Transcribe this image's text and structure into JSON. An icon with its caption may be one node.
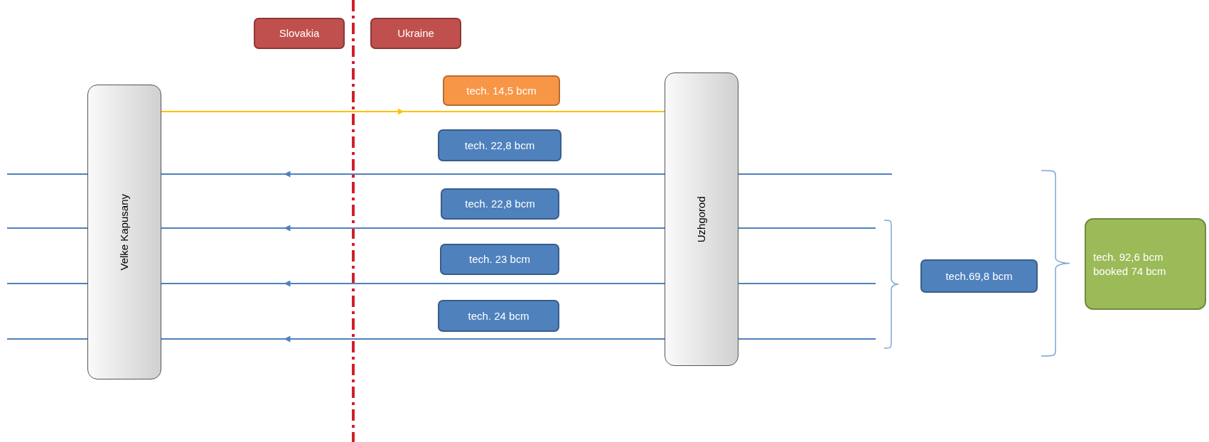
{
  "diagram": {
    "nodes": [
      {
        "text": [
          "Slovakia"
        ]
      },
      {
        "text": [
          "Ukraine"
        ]
      },
      {
        "text": [
          "Velke Kapusany"
        ]
      },
      {
        "text": [
          "Uzhgorod"
        ]
      },
      {
        "text": [
          "tech. 14,5 bcm"
        ]
      },
      {
        "text": [
          "tech. 22,8 bcm"
        ]
      },
      {
        "text": [
          "tech. 22,8 bcm"
        ]
      },
      {
        "text": [
          "tech. 23 bcm"
        ]
      },
      {
        "text": [
          "tech. 24 bcm"
        ]
      },
      {
        "text": [
          "tech.69,8 bcm"
        ]
      },
      {
        "text": [
          "tech. 92,6 bcm booked 74 bcm"
        ]
      }
    ],
    "edges": [
      {
        "from": 2,
        "to": null,
        "arrow": "to",
        "color": "#ffc000"
      },
      {
        "from": null,
        "to": 3,
        "arrow": "none",
        "color": "#ffc000"
      },
      {
        "from": null,
        "to": 3,
        "arrow": "none"
      },
      {
        "from": 3,
        "to": null,
        "arrow": "to"
      },
      {
        "from": null,
        "to": 2,
        "arrow": "none"
      },
      {
        "from": 2,
        "to": null,
        "arrow": "none"
      },
      {
        "from": null,
        "to": 3,
        "arrow": "none"
      },
      {
        "from": 3,
        "to": null,
        "arrow": "to"
      },
      {
        "from": null,
        "to": 2,
        "arrow": "none"
      },
      {
        "from": 2,
        "to": null,
        "arrow": "none"
      },
      {
        "from": null,
        "to": 3,
        "arrow": "none"
      },
      {
        "from": 3,
        "to": null,
        "arrow": "to"
      },
      {
        "from": null,
        "to": 2,
        "arrow": "none"
      },
      {
        "from": 2,
        "to": null,
        "arrow": "none"
      },
      {
        "from": null,
        "to": 3,
        "arrow": "none"
      },
      {
        "from": 3,
        "to": null,
        "arrow": "to"
      },
      {
        "from": null,
        "to": 2,
        "arrow": "none"
      },
      {
        "from": 2,
        "to": null,
        "arrow": "none"
      }
    ]
  }
}
